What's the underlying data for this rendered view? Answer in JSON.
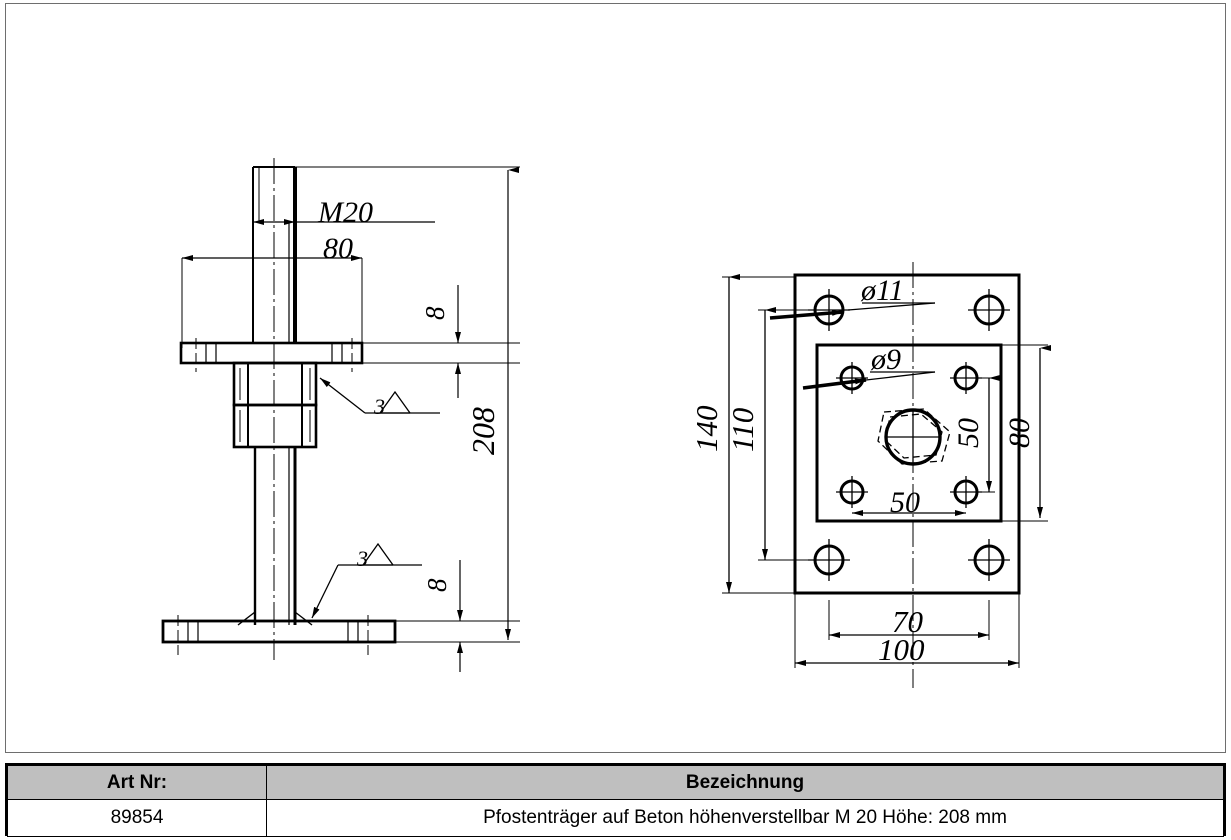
{
  "sheet": {
    "background_color": "#ffffff",
    "frame_color": "#6e6e6e",
    "line_color": "#000000"
  },
  "drawing": {
    "title_hidden": "Pfostenträger auf Beton höhenverstellbar",
    "side_view": {
      "name": "side-elevation-view",
      "labels": {
        "thread": "M20",
        "plate_width": "80",
        "upper_plate_thickness": "8",
        "base_plate_thickness": "8",
        "total_height": "208",
        "weld_upper": "3",
        "weld_lower": "3"
      }
    },
    "top_view": {
      "name": "plan-view",
      "labels": {
        "hole_outer_dia": "ø11",
        "hole_inner_dia": "ø9",
        "outer_height": "140",
        "inner_height": "110",
        "inner_hole_spacing_v": "50",
        "inner_plate_height": "80",
        "inner_hole_spacing_h": "50",
        "outer_hole_spacing_h": "70",
        "outer_width": "100"
      }
    }
  },
  "table": {
    "headers": {
      "art_nr": "Art Nr:",
      "bezeichnung": "Bezeichnung"
    },
    "row": {
      "art_nr": "89854",
      "bezeichnung": "Pfostenträger auf Beton höhenverstellbar M 20 Höhe: 208 mm"
    },
    "header_bg": "#bfbfbf",
    "row_bg": "#ffffff"
  }
}
